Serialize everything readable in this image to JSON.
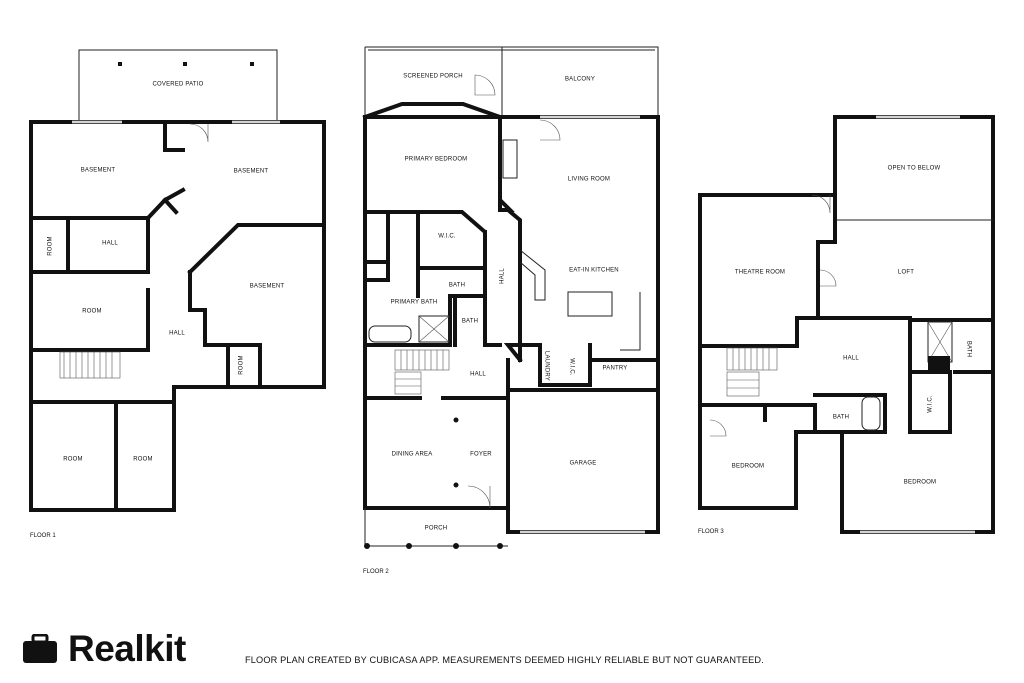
{
  "floors": [
    {
      "label": "FLOOR 1",
      "rooms": [
        "COVERED PATIO",
        "BASEMENT",
        "BASEMENT",
        "BASEMENT",
        "ROOM",
        "HALL",
        "ROOM",
        "HALL",
        "ROOM",
        "ROOM",
        "ROOM"
      ]
    },
    {
      "label": "FLOOR 2",
      "rooms": [
        "SCREENED PORCH",
        "BALCONY",
        "PRIMARY BEDROOM",
        "LIVING ROOM",
        "W.I.C.",
        "EAT-IN KITCHEN",
        "BATH",
        "HALL",
        "PRIMARY BATH",
        "BATH",
        "HALL",
        "LAUNDRY",
        "W.I.C.",
        "PANTRY",
        "DINING AREA",
        "FOYER",
        "GARAGE",
        "PORCH"
      ]
    },
    {
      "label": "FLOOR 3",
      "rooms": [
        "OPEN TO BELOW",
        "THEATRE ROOM",
        "LOFT",
        "HALL",
        "BATH",
        "W.I.C.",
        "BATH",
        "BEDROOM",
        "BEDROOM"
      ]
    }
  ],
  "brand": {
    "name": "Realkit",
    "icon": "briefcase-icon"
  },
  "disclaimer": "FLOOR PLAN CREATED BY CUBICASA APP. MEASUREMENTS DEEMED HIGHLY RELIABLE BUT NOT GUARANTEED."
}
